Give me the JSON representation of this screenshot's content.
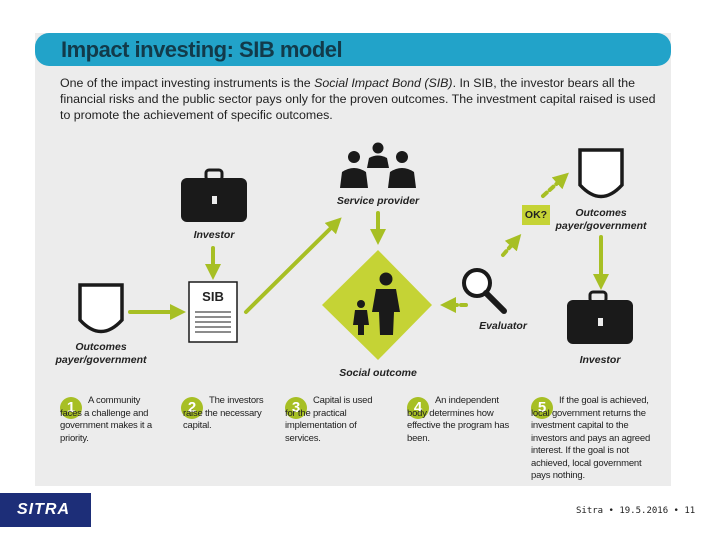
{
  "title": "Impact investing: SIB model",
  "intro": {
    "part1": "One of the impact investing instruments is the ",
    "italic": "Social Impact Bond (SIB)",
    "part2": ". In SIB, the investor bears all the financial risks and the public sector pays only for the proven outcomes. The investment capital raised is used to promote the achievement of specific outcomes."
  },
  "labels": {
    "service_provider": "Service provider",
    "investor_left": "Investor",
    "sib": "SIB",
    "outcomes_left": "Outcomes payer/government",
    "social_outcome": "Social outcome",
    "evaluator": "Evaluator",
    "ok": "OK?",
    "outcomes_right": "Outcomes payer/government",
    "investor_right": "Investor"
  },
  "steps": [
    {
      "num": "1",
      "text": "A community faces a challenge and government makes it a priority."
    },
    {
      "num": "2",
      "text": "The investors raise the necessary capital."
    },
    {
      "num": "3",
      "text": "Capital is used for the practical implementation of services."
    },
    {
      "num": "4",
      "text": "An independent body determines how effective the program has been."
    },
    {
      "num": "5",
      "text": "If the goal is achieved, local government returns the investment capital to the investors and pays an agreed interest. If the goal is not achieved, local government pays nothing."
    }
  ],
  "footer": {
    "logo": "SITRA",
    "text": "Sitra • 19.5.2016 • 11"
  },
  "colors": {
    "banner": "#22a3c9",
    "accent": "#a7bf24",
    "panel": "#ececec",
    "logo_bg": "#1d2e78"
  }
}
